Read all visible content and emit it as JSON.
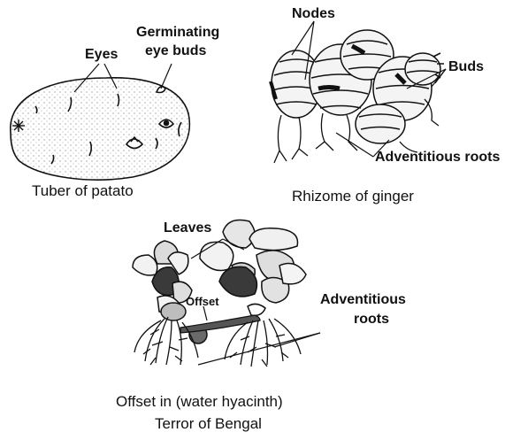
{
  "potato": {
    "eyes_label": "Eyes",
    "germinating_label_1": "Germinating",
    "germinating_label_2": "eye buds",
    "caption": "Tuber of patato"
  },
  "ginger": {
    "nodes_label": "Nodes",
    "buds_label": "Buds",
    "roots_label": "Adventitious roots",
    "caption": "Rhizome of ginger"
  },
  "hyacinth": {
    "leaves_label": "Leaves",
    "offset_label": "Offset",
    "roots_label_1": "Adventitious",
    "roots_label_2": "roots",
    "caption_1": "Offset in (water hyacinth)",
    "caption_2": "Terror of Bengal"
  },
  "colors": {
    "ink": "#111111",
    "fill_light": "#f2f2f2",
    "fill_mid": "#c8c8c8",
    "fill_dark": "#2a2a2a"
  }
}
